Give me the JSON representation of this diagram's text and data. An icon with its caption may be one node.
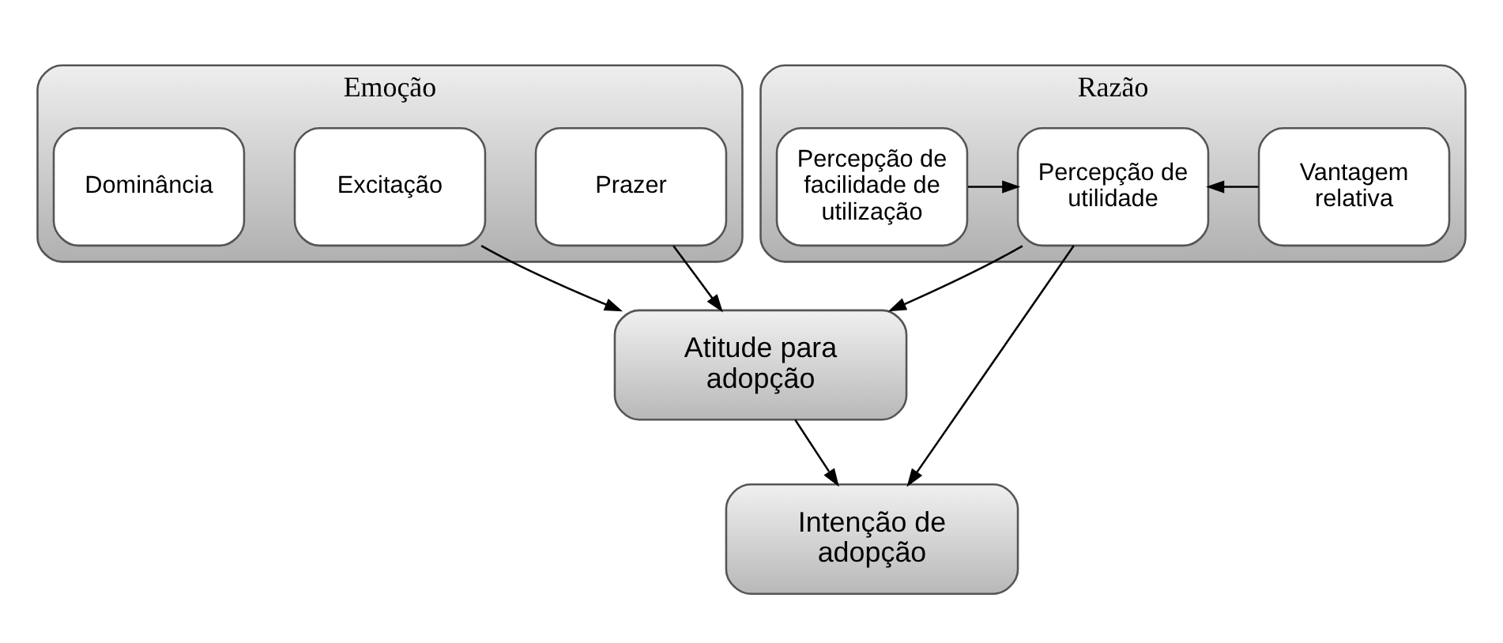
{
  "diagram": {
    "nodes": [
      {
        "text": [
          "Razão"
        ]
      },
      {
        "text": [
          "Vantagem relativa"
        ],
        "in": 0
      },
      {
        "text": [
          "Percepção de utilidade"
        ],
        "in": 0
      },
      {
        "text": [
          "Percepção de facilidade de utilização"
        ],
        "in": 0
      },
      {
        "text": [
          "Emoção"
        ]
      },
      {
        "text": [
          "Prazer"
        ],
        "in": 4
      },
      {
        "text": [
          "Excitação"
        ],
        "in": 4
      },
      {
        "text": [
          "Dominância"
        ],
        "in": 4
      },
      {
        "text": [
          "Atitude para adopção"
        ]
      },
      {
        "text": [
          "Intenção de adopção"
        ]
      }
    ],
    "edges": [
      {
        "from": 1,
        "to": 2,
        "arrow": "to"
      },
      {
        "from": 3,
        "to": 2,
        "arrow": "to"
      },
      {
        "from": 2,
        "to": 8,
        "arrow": "to"
      },
      {
        "from": 2,
        "to": 9,
        "arrow": "to"
      },
      {
        "from": 5,
        "to": 8,
        "arrow": "to"
      },
      {
        "from": 6,
        "to": 8,
        "arrow": "to"
      },
      {
        "from": 8,
        "to": 9,
        "arrow": "to"
      }
    ]
  }
}
